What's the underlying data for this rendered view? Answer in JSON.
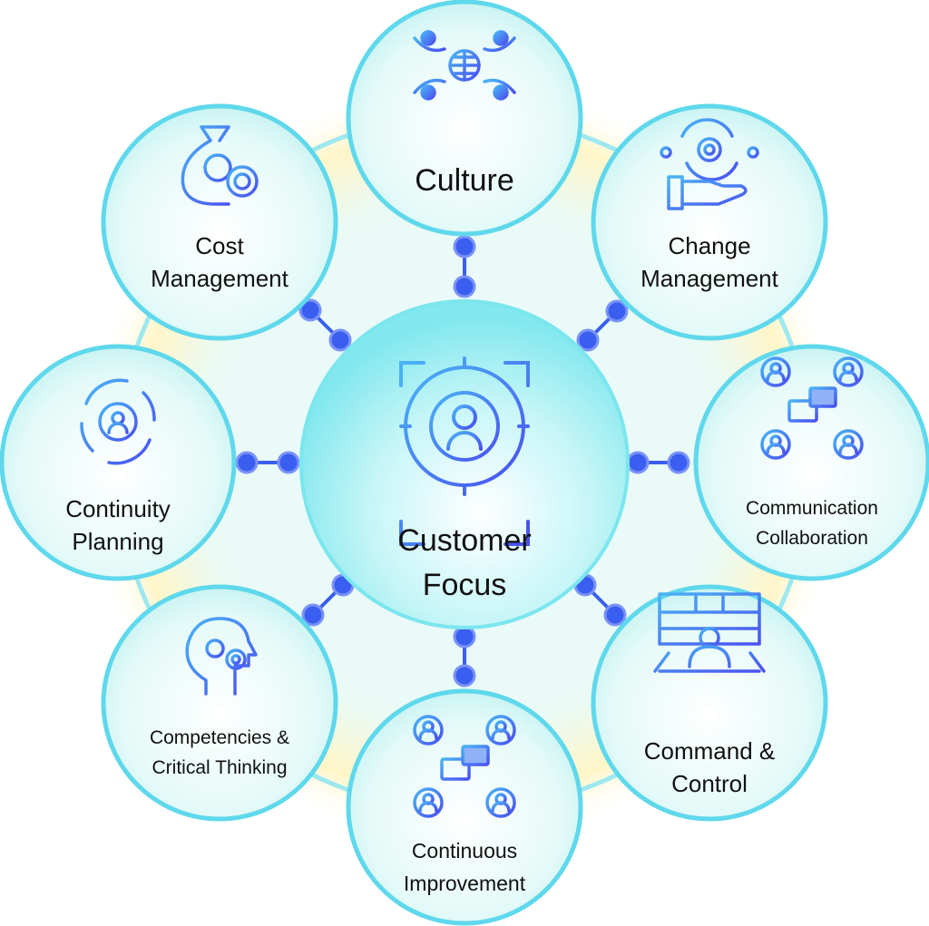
{
  "center": {
    "line1": "Customer",
    "line2": "Focus",
    "icon": "target-user-icon"
  },
  "nodes": [
    {
      "id": "culture",
      "lines": [
        "Culture"
      ],
      "icon": "globe-people-icon"
    },
    {
      "id": "change-management",
      "lines": [
        "Change",
        "Management"
      ],
      "icon": "hand-gear-icon"
    },
    {
      "id": "communication-collaboration",
      "lines": [
        "Communication",
        "Collaboration"
      ],
      "icon": "chat-people-icon"
    },
    {
      "id": "command-control",
      "lines": [
        "Command &",
        "Control"
      ],
      "icon": "control-room-icon"
    },
    {
      "id": "continuous-improvement",
      "lines": [
        "Continuous",
        "Improvement"
      ],
      "icon": "chat-people-icon"
    },
    {
      "id": "competencies-critical-thinking",
      "lines": [
        "Competencies &",
        "Critical Thinking"
      ],
      "icon": "head-lightbulb-icon"
    },
    {
      "id": "continuity-planning",
      "lines": [
        "Continuity",
        "Planning"
      ],
      "icon": "cycle-gear-icon"
    },
    {
      "id": "cost-management",
      "lines": [
        "Cost",
        "Management"
      ],
      "icon": "money-bag-gear-icon"
    }
  ],
  "colors": {
    "ring": "#5fd8ec",
    "node_fill": "#dcfaf8",
    "dot": "#3a5ef0",
    "icon": "#4a6ff0",
    "glow": "#fff4b0"
  }
}
